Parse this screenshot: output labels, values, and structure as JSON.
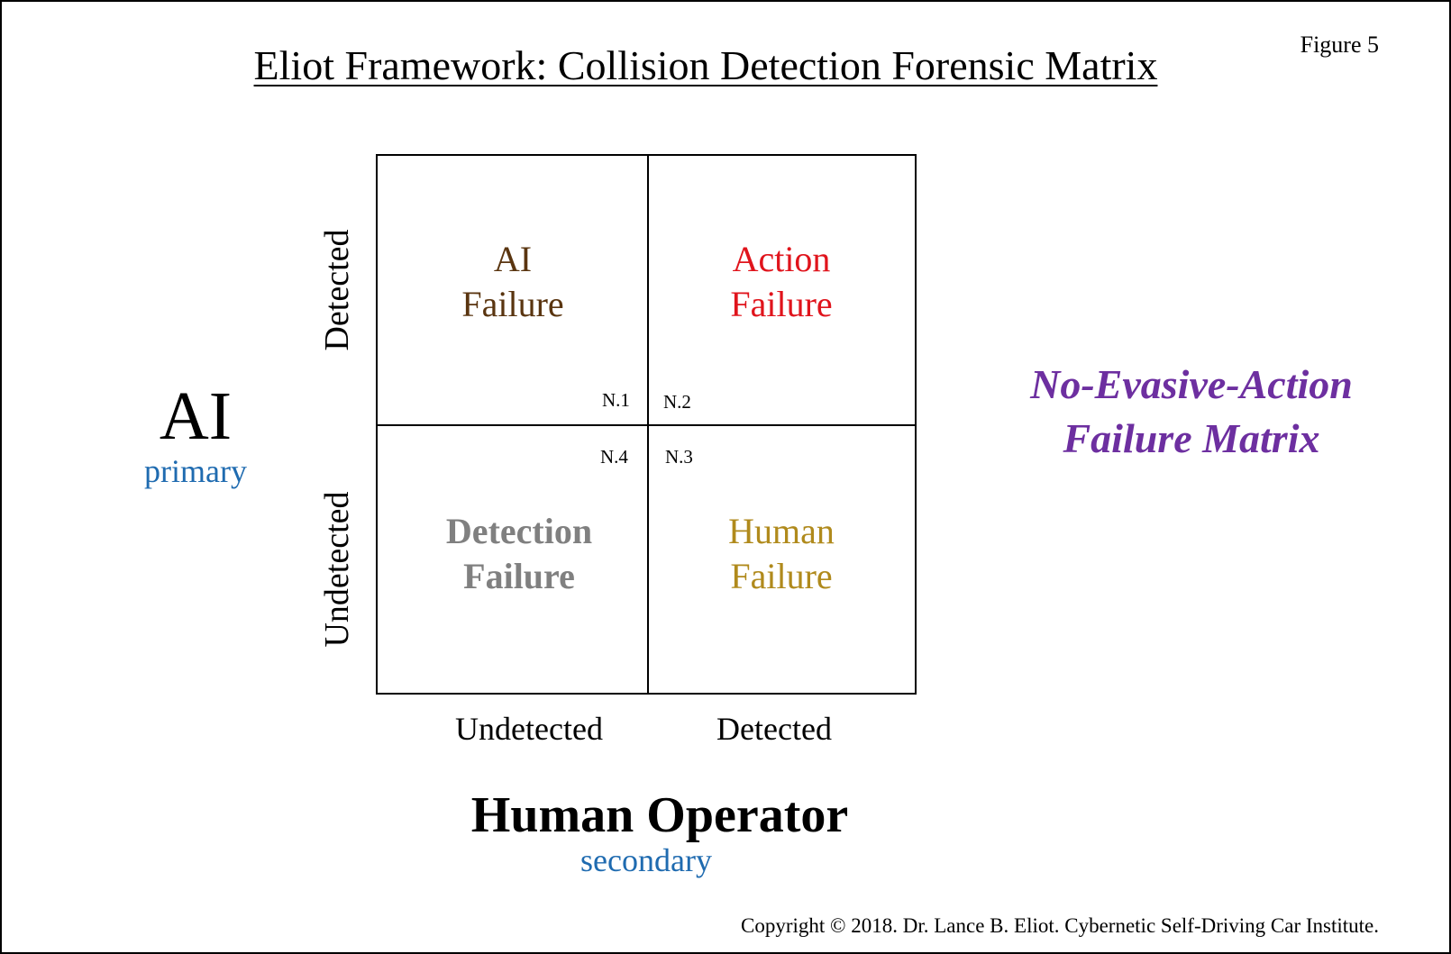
{
  "title": "Eliot Framework: Collision Detection Forensic Matrix",
  "figure_label": "Figure 5",
  "matrix": {
    "cells": {
      "top_left": {
        "line1": "AI",
        "line2": "Failure",
        "color": "#5a3510"
      },
      "top_right": {
        "line1": "Action",
        "line2": "Failure",
        "color": "#e0141c"
      },
      "bottom_left": {
        "line1": "Detection",
        "line2": "Failure",
        "color": "#808080"
      },
      "bottom_right": {
        "line1": "Human",
        "line2": "Failure",
        "color": "#b08a1c"
      }
    },
    "nodes": {
      "n1": "N.1",
      "n2": "N.2",
      "n3": "N.3",
      "n4": "N.4"
    },
    "row_labels": {
      "top": "Detected",
      "bottom": "Undetected"
    },
    "column_labels": {
      "left": "Undetected",
      "right": "Detected"
    }
  },
  "vertical_axis": {
    "name": "AI",
    "role": "primary"
  },
  "horizontal_axis": {
    "name": "Human Operator",
    "role": "secondary"
  },
  "matrix_name": {
    "line1": "No-Evasive-Action",
    "line2": "Failure Matrix",
    "color": "#6d2fa0"
  },
  "copyright": "Copyright © 2018. Dr. Lance B. Eliot. Cybernetic Self-Driving Car Institute.",
  "colors": {
    "role_label": "#1f6bb0",
    "border": "#000000"
  }
}
